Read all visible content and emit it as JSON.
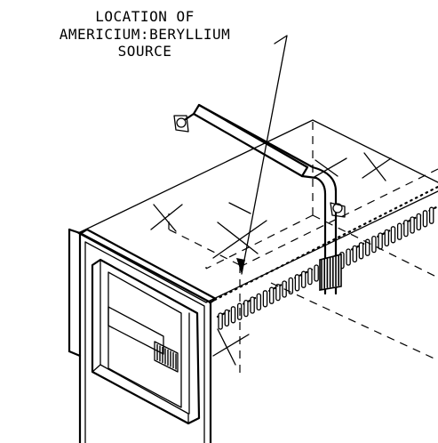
{
  "callout": {
    "lines": [
      "LOCATION OF",
      "AMERICIUM:BERYLLIUM",
      "SOURCE"
    ]
  },
  "colors": {
    "ink": "#000000",
    "paper": "#ffffff"
  }
}
